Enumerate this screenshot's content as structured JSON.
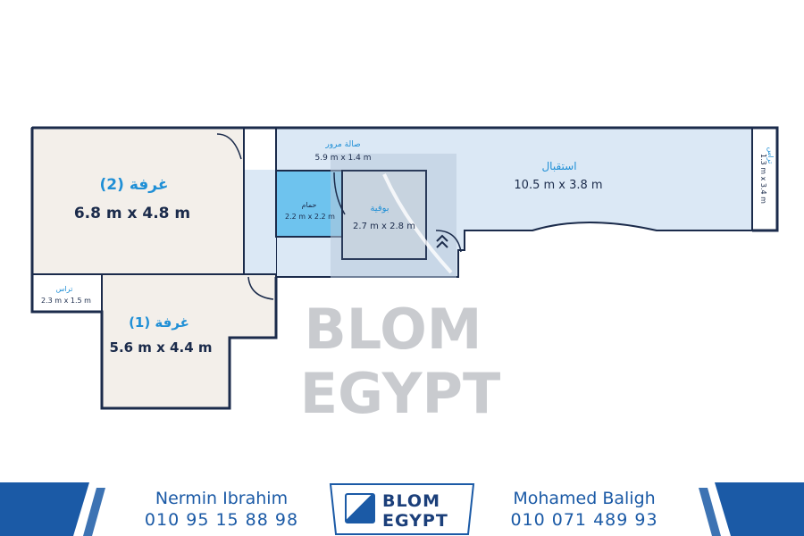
{
  "rooms": {
    "room2": {
      "name": "غرفة (2)",
      "dims": "6.8 m x 4.8 m"
    },
    "room1": {
      "name": "غرفة (1)",
      "dims": "5.6 m x 4.4 m"
    },
    "terrace_left": {
      "name": "تراس",
      "dims": "2.3 m x 1.5 m"
    },
    "corridor": {
      "name": "صالة مرور",
      "dims": "5.9 m x 1.4 m"
    },
    "bathroom": {
      "name": "حمام",
      "dims": "2.2 m x 2.2 m"
    },
    "pantry": {
      "name": "بوفية",
      "dims": "2.7 m x 2.8 m"
    },
    "reception": {
      "name": "استقبال",
      "dims": "10.5 m x 3.8 m"
    },
    "terrace_right": {
      "name": "تراس",
      "dims": "1.3 m x 3.4 m"
    }
  },
  "watermark": {
    "line1": "BLOM",
    "line2": "EGYPT"
  },
  "footer": {
    "left": {
      "name": "Nermin Ibrahim",
      "phone": "010 95 15 88 98"
    },
    "right": {
      "name": "Mohamed Baligh",
      "phone": "010 071 489 93"
    },
    "brand": {
      "line1": "BLOM",
      "line2": "EGYPT"
    }
  },
  "colors": {
    "wall": "#1b2b4b",
    "room_fill": "#f3efea",
    "reception_fill": "#dbe8f5",
    "bathroom_fill": "#6ec3ee",
    "pantry_fill": "#c7d3df",
    "accent": "#1b5aa6"
  }
}
